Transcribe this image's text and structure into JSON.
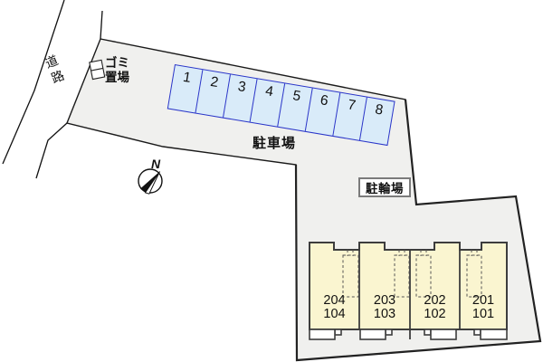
{
  "plan": {
    "road_label": "道路",
    "garbage_area": {
      "line1": "ゴミ",
      "line2": "置場"
    },
    "parking_label": "駐車場",
    "parking_spaces": [
      "1",
      "2",
      "3",
      "4",
      "5",
      "6",
      "7",
      "8"
    ],
    "bicycle_parking_label": "駐輪場",
    "compass_north_label": "N",
    "building_units": [
      {
        "upper": "204",
        "lower": "104"
      },
      {
        "upper": "203",
        "lower": "103"
      },
      {
        "upper": "202",
        "lower": "102"
      },
      {
        "upper": "201",
        "lower": "101"
      }
    ]
  },
  "colors": {
    "site_fill": "#f0f0ee",
    "boundary_line": "#1a1a1a",
    "parking_fill": "#d9ebf9",
    "parking_border": "#2b35c8",
    "building_fill": "#faf5d0",
    "building_outline": "#3d3d3d",
    "bicycle_box_border": "#7b7b7b",
    "porch_fill": "#ffffff",
    "text": "#111111"
  }
}
